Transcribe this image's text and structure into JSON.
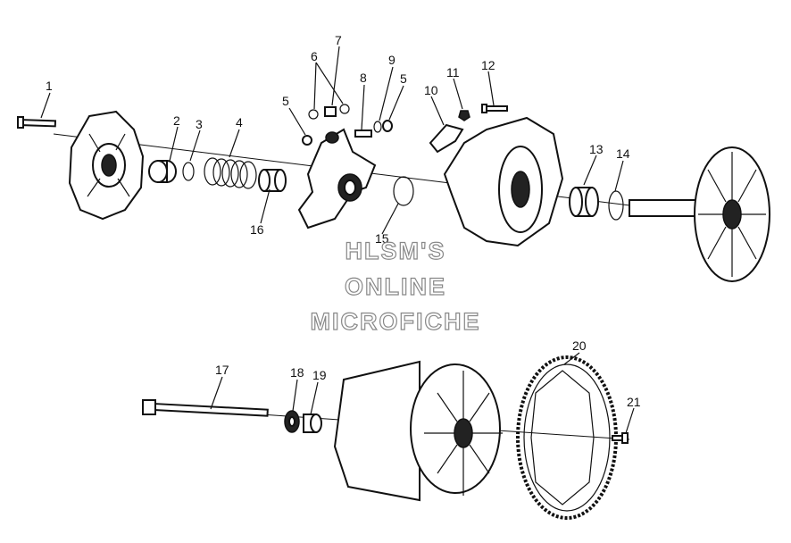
{
  "watermark": {
    "line1": "HLSM'S",
    "line2": "ONLINE",
    "line3": "MICROFICHE"
  },
  "callouts": {
    "c1": "1",
    "c2": "2",
    "c3": "3",
    "c4": "4",
    "c5a": "5",
    "c5b": "5",
    "c6": "6",
    "c7": "7",
    "c8": "8",
    "c9": "9",
    "c10": "10",
    "c11": "11",
    "c12": "12",
    "c13": "13",
    "c14": "14",
    "c15": "15",
    "c16": "16",
    "c17": "17",
    "c18": "18",
    "c19": "19",
    "c20": "20",
    "c21": "21"
  }
}
